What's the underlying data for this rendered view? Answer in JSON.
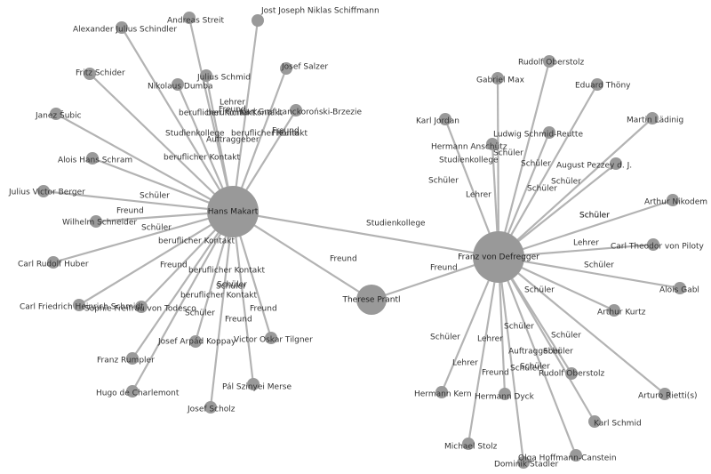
{
  "graph": {
    "colors": {
      "edge": "#b3b3b3",
      "node": "#999999",
      "text": "#333333"
    },
    "hubs": [
      {
        "id": "makart",
        "label": "Hans Makart"
      },
      {
        "id": "defregger",
        "label": "Franz von Defregger"
      },
      {
        "id": "prantl",
        "label": "Therese Prantl"
      }
    ],
    "hub_edges": [
      {
        "from": "makart",
        "to": "defregger",
        "label": "Studienkollege"
      },
      {
        "from": "makart",
        "to": "prantl",
        "label": "Freund"
      },
      {
        "from": "defregger",
        "to": "prantl",
        "label": "Freund"
      }
    ],
    "makart_neighbors": [
      {
        "label": "Jost Joseph Niklas Schiffmann",
        "relation": ""
      },
      {
        "label": "Andreas Streit",
        "relation": ""
      },
      {
        "label": "Alexander Julius Schindler",
        "relation": ""
      },
      {
        "label": "Fritz Schider",
        "relation": ""
      },
      {
        "label": "Nikolaus Dumba",
        "relation": "beruflicher Kontakt"
      },
      {
        "label": "Julius Schmid",
        "relation": "Lehrer"
      },
      {
        "label": "Josef Salzer",
        "relation": "Freund"
      },
      {
        "label": "Karl Graf Lanckoroński-Brzezie",
        "relation": "Auftraggeber"
      },
      {
        "label": "Janez Šubic",
        "relation": "Studienkollege"
      },
      {
        "label": "Alois Hans Schram",
        "relation": "beruflicher Kontakt"
      },
      {
        "label": "Julius Victor Berger",
        "relation": "Schüler"
      },
      {
        "label": "Wilhelm Schneider",
        "relation": "Freund"
      },
      {
        "label": "Carl Rudolf Huber",
        "relation": "Schüler"
      },
      {
        "label": "Carl Friedrich Heinrich Schmidt",
        "relation": "beruflicher Kontakt"
      },
      {
        "label": "Sophie Freifrau von Todesco",
        "relation": "Freund"
      },
      {
        "label": "Franz Rumpler",
        "relation": "beruflicher Kontakt"
      },
      {
        "label": "Hugo de Charlemont",
        "relation": "beruflicher Kontakt"
      },
      {
        "label": "Josef Arpád Koppay",
        "relation": "Schüler"
      },
      {
        "label": "Josef Scholz",
        "relation": "Schüler"
      },
      {
        "label": "Pál Szinyei Merse",
        "relation": "Freund"
      },
      {
        "label": "Victor Oskar Tilgner",
        "relation": "Freund"
      }
    ],
    "makart_extra_labels": [
      "beruflicher Kontakt",
      "Freund",
      "beruflicher Kontakt",
      "Freund",
      "Schüler"
    ],
    "defregger_neighbors": [
      {
        "label": "Karl Jordan",
        "relation": "Schüler"
      },
      {
        "label": "Hermann Anschütz",
        "relation": "Lehrer"
      },
      {
        "label": "Gabriel Max",
        "relation": "Studienkollege"
      },
      {
        "label": "Rudolf Oberstolz",
        "relation": "Schüler"
      },
      {
        "label": "Ludwig Schmid-Reutte",
        "relation": "Schüler"
      },
      {
        "label": "Eduard Thöny",
        "relation": "Schüler"
      },
      {
        "label": "Martin Lädinig",
        "relation": "Schüler"
      },
      {
        "label": "August Pezzey d. J.",
        "relation": "Schüler"
      },
      {
        "label": "Arthur Nikodem",
        "relation": "Schüler"
      },
      {
        "label": "Carl Theodor von Piloty",
        "relation": "Lehrer"
      },
      {
        "label": "Alois Gabl",
        "relation": "Schüler"
      },
      {
        "label": "Arthur Kurtz",
        "relation": "Schüler"
      },
      {
        "label": "Arturo Rietti(s)",
        "relation": "Schüler"
      },
      {
        "label": "Karl Schmid",
        "relation": "Schüler"
      },
      {
        "label": "Rudolf Oberstolz",
        "relation": "Auftraggeber"
      },
      {
        "label": "Olga Hoffmann-Canstein",
        "relation": "Schüler"
      },
      {
        "label": "Dominik Stadler",
        "relation": "Schüler"
      },
      {
        "label": "Hermann Dyck",
        "relation": "Freund"
      },
      {
        "label": "Michael Stolz",
        "relation": "Lehrer"
      },
      {
        "label": "Hermann Kern",
        "relation": "Schüler"
      }
    ],
    "defregger_extra_labels": [
      "Schüler",
      "Lehrer"
    ]
  }
}
